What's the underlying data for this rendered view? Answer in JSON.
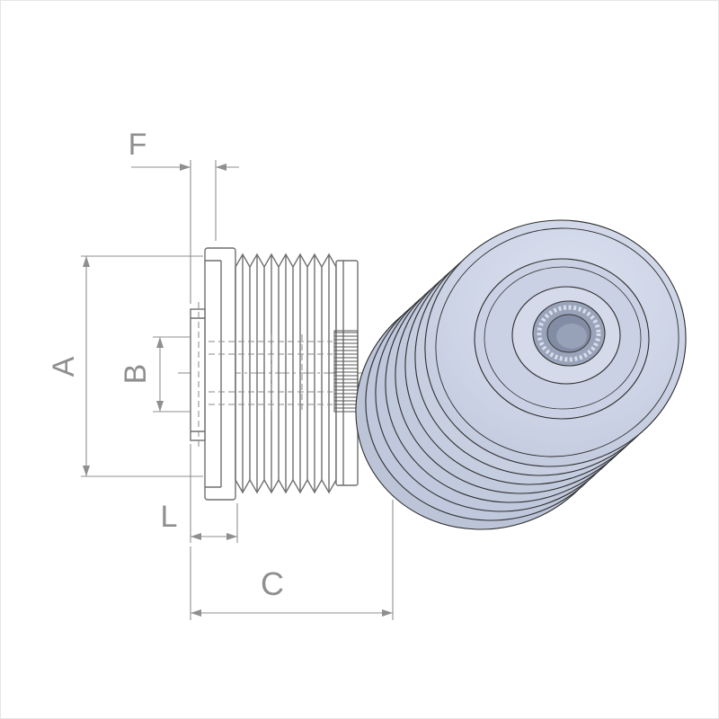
{
  "drawing": {
    "dimension_labels": {
      "F": "F",
      "A": "A",
      "B": "B",
      "L": "L",
      "C": "C"
    },
    "colors": {
      "background": "#ffffff",
      "part_line": "#6f6f6f",
      "dimension_line": "#8f8f8f",
      "label_text": "#8f8f8f",
      "pulley_body_fill": "#c9d0e2",
      "pulley_groove_fill": "#bfc8dc",
      "pulley_edge": "#2e2e2e"
    }
  }
}
